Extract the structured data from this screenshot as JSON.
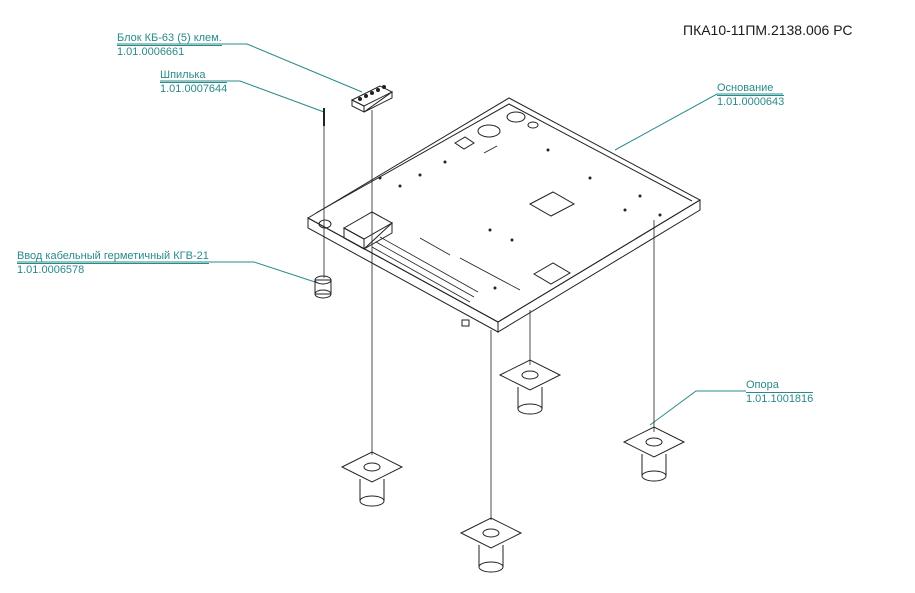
{
  "document_code": "ПКА10-11ПМ.2138.006 РС",
  "callouts": [
    {
      "name": "Блок КБ-63 (5) клем.",
      "code": "1.01.0006661"
    },
    {
      "name": "Шпилька",
      "code": "1.01.0007644"
    },
    {
      "name": "Основание",
      "code": "1.01.0000643"
    },
    {
      "name": "Ввод кабельный герметичный КГВ-21",
      "code": "1.01.0006578"
    },
    {
      "name": "Опора",
      "code": "1.01.1001816"
    }
  ],
  "colors": {
    "callout": "#2a8a8a",
    "lines": "#222222"
  }
}
